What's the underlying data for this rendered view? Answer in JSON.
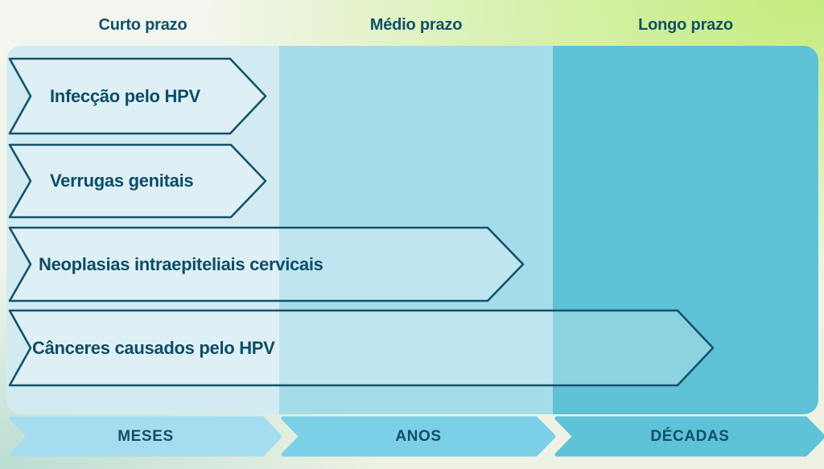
{
  "timeline": {
    "periods": [
      {
        "label": "Curto prazo"
      },
      {
        "label": "Médio prazo"
      },
      {
        "label": "Longo prazo"
      }
    ],
    "conditions": [
      {
        "label": "Infecção pelo HPV",
        "extends_to": "Curto prazo"
      },
      {
        "label": "Verrugas genitais",
        "extends_to": "Curto prazo"
      },
      {
        "label": "Neoplasias intraepiteliais cervicais",
        "extends_to": "Médio prazo"
      },
      {
        "label": "Cânceres causados pelo HPV",
        "extends_to": "Longo prazo"
      }
    ],
    "axis": [
      {
        "label": "MESES"
      },
      {
        "label": "ANOS"
      },
      {
        "label": "DÉCADAS"
      }
    ]
  },
  "colors": {
    "header_text": "#0f5168",
    "arrow_outline": "#15526b",
    "arrow_label": "#0d4d66",
    "column_curto": "#d2ebf3",
    "column_medio": "#a5dcea",
    "column_longo": "#5fc2d6",
    "band_meses": "#a6dcf0",
    "band_anos": "#7bd0e8",
    "band_decadas": "#5ec2d8",
    "band_label": "#124f68",
    "background_lime": "#c4ec7c",
    "background_mint": "#cde8e2",
    "background_base": "#f3f6ef"
  }
}
